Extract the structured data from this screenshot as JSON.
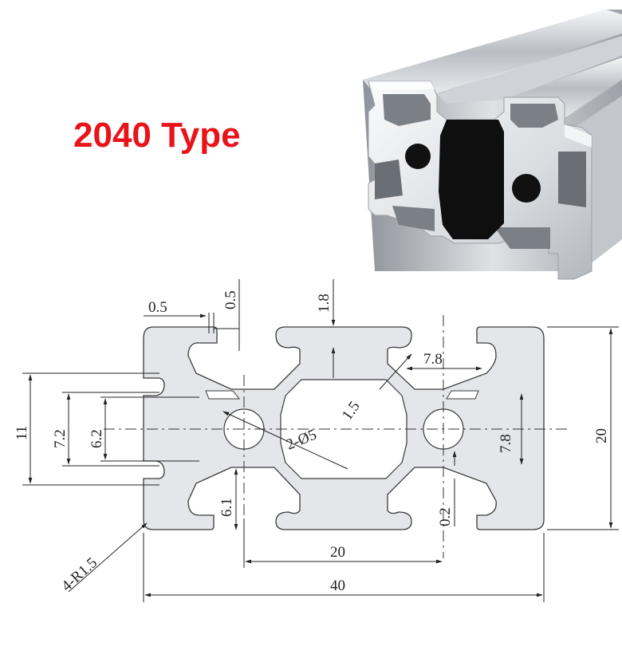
{
  "title": "2040 Type",
  "colors": {
    "title": "#e8141a",
    "profile_fill": "#e4e6e9",
    "profile_stroke": "#3a3a3a",
    "dimension_line": "#222222"
  },
  "dimensions": {
    "slot_lip_width": "0.5",
    "slot_lip_gap": "0.5",
    "top_wall": "1.8",
    "slot_depth_label": "1.5",
    "core_width": "7.8",
    "core_height": "7.8",
    "hole_spec": "2-Ø5",
    "slot_height": "11",
    "inner_slot": "7.2",
    "slot_opening": "6.2",
    "lower_lip": "6.1",
    "gap": "0.2",
    "height": "20",
    "center_spacing": "20",
    "overall_width": "40",
    "corner_radius": "4-R1.5"
  },
  "icons": {
    "photo": "aluminum-extrusion-photo",
    "drawing": "profile-cross-section"
  }
}
